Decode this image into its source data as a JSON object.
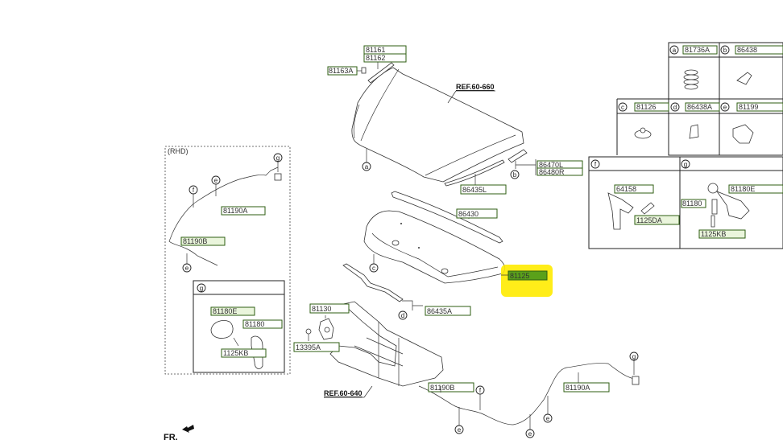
{
  "diagram": {
    "title_refs": {
      "hood_ref": "REF.60-660",
      "carrier_ref": "REF.60-640"
    },
    "orientation_label": "FR.",
    "rhd_label": "(RHD)",
    "highlight_color": "#ffeb00",
    "label_border_color": "#2e5e12",
    "labels": {
      "p81161": "81161",
      "p81162": "81162",
      "p81163A": "81163A",
      "p86470L": "86470L",
      "p86480R": "86480R",
      "p86435L": "86435L",
      "p86430": "86430",
      "p81125": "81125",
      "p86435A": "86435A",
      "p81130": "81130",
      "p13395A": "13395A",
      "p81190B": "81190B",
      "p81190A": "81190A",
      "rhd_81190A": "81190A",
      "rhd_81190B": "81190B",
      "rhd_81180E": "81180E",
      "rhd_81180": "81180",
      "rhd_1125KB": "1125KB"
    },
    "callouts": {
      "a": "a",
      "b": "b",
      "c": "c",
      "d": "d",
      "e": "e",
      "f": "f",
      "g": "g"
    },
    "inset_table": {
      "cells": [
        {
          "letter": "a",
          "part": "81736A"
        },
        {
          "letter": "b",
          "part": "86438"
        },
        {
          "letter": "c",
          "part": "81126"
        },
        {
          "letter": "d",
          "part": "86438A"
        },
        {
          "letter": "e",
          "part": "81199"
        }
      ],
      "panel_f": {
        "letter": "f",
        "parts": [
          "64158",
          "1125DA"
        ]
      },
      "panel_g": {
        "letter": "g",
        "parts": [
          "81180E",
          "81180",
          "1125KB"
        ]
      }
    }
  }
}
